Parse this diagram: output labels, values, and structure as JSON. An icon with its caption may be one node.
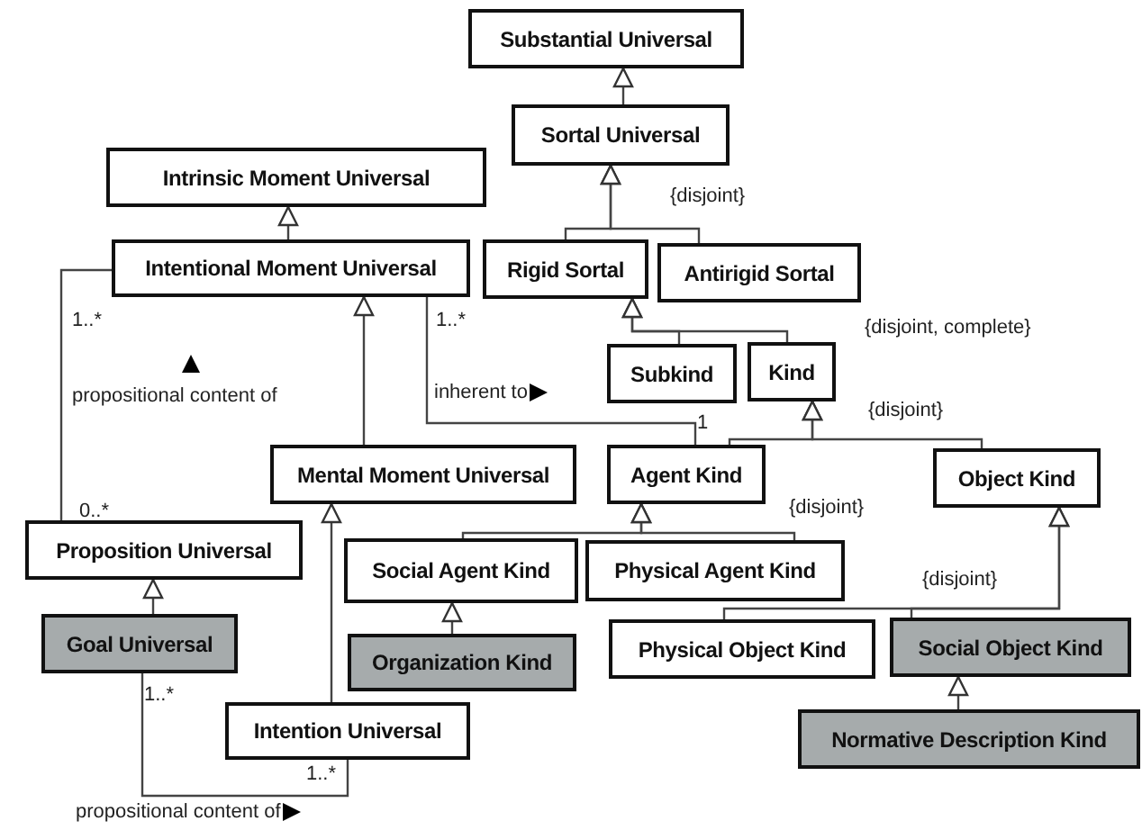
{
  "diagram": {
    "nodes": [
      {
        "text": [
          "Substantial Universal"
        ]
      },
      {
        "text": [
          "Sortal Universal"
        ]
      },
      {
        "text": [
          "Intrinsic Moment Universal"
        ]
      },
      {
        "text": [
          "Intentional Moment Universal"
        ]
      },
      {
        "text": [
          "Rigid Sortal"
        ]
      },
      {
        "text": [
          "Antirigid Sortal"
        ]
      },
      {
        "text": [
          "Subkind"
        ]
      },
      {
        "text": [
          "Kind"
        ]
      },
      {
        "text": [
          "Mental Moment Universal"
        ]
      },
      {
        "text": [
          "Agent Kind"
        ]
      },
      {
        "text": [
          "Object Kind"
        ]
      },
      {
        "text": [
          "Proposition Universal"
        ]
      },
      {
        "text": [
          "Social Agent Kind"
        ]
      },
      {
        "text": [
          "Physical Agent Kind"
        ]
      },
      {
        "text": [
          "Goal Universal"
        ]
      },
      {
        "text": [
          "Organization Kind"
        ]
      },
      {
        "text": [
          "Physical Object Kind"
        ]
      },
      {
        "text": [
          "Social Object Kind"
        ]
      },
      {
        "text": [
          "Intention Universal"
        ]
      },
      {
        "text": [
          "Normative Description Kind"
        ]
      }
    ],
    "edges": [
      {
        "from": 1,
        "to": 0,
        "arrow": "to"
      },
      {
        "from": 4,
        "to": 1,
        "arrow": "to"
      },
      {
        "from": 5,
        "to": 1,
        "arrow": "to"
      },
      {
        "from": 3,
        "to": 2,
        "arrow": "to"
      },
      {
        "from": 6,
        "to": 4,
        "arrow": "to"
      },
      {
        "from": 7,
        "to": 4,
        "arrow": "to"
      },
      {
        "from": 9,
        "to": 7,
        "arrow": "to"
      },
      {
        "from": 10,
        "to": 7,
        "arrow": "to"
      },
      {
        "from": 8,
        "to": 3,
        "arrow": "to"
      },
      {
        "from": 12,
        "to": 9,
        "arrow": "to"
      },
      {
        "from": 13,
        "to": 9,
        "arrow": "to"
      },
      {
        "from": 16,
        "to": 10,
        "arrow": "to"
      },
      {
        "from": 17,
        "to": 10,
        "arrow": "to"
      },
      {
        "from": 14,
        "to": 11,
        "arrow": "to"
      },
      {
        "from": 15,
        "to": 12,
        "arrow": "to"
      },
      {
        "from": 18,
        "to": 8,
        "arrow": "to"
      },
      {
        "from": 19,
        "to": 17,
        "arrow": "to"
      },
      {
        "from": 3,
        "to": 11,
        "arrow": "none",
        "label": "propositional content of"
      },
      {
        "from": 3,
        "to": 9,
        "arrow": "none",
        "label": "inherent to"
      },
      {
        "from": 14,
        "to": 18,
        "arrow": "none",
        "label": "propositional content of"
      }
    ],
    "labels": [
      "{disjoint}",
      "1..*",
      "1..*",
      "{disjoint, complete}",
      "{disjoint}",
      "1",
      "0..*",
      "{disjoint}",
      "{disjoint}",
      "1..*",
      "1..*"
    ]
  }
}
